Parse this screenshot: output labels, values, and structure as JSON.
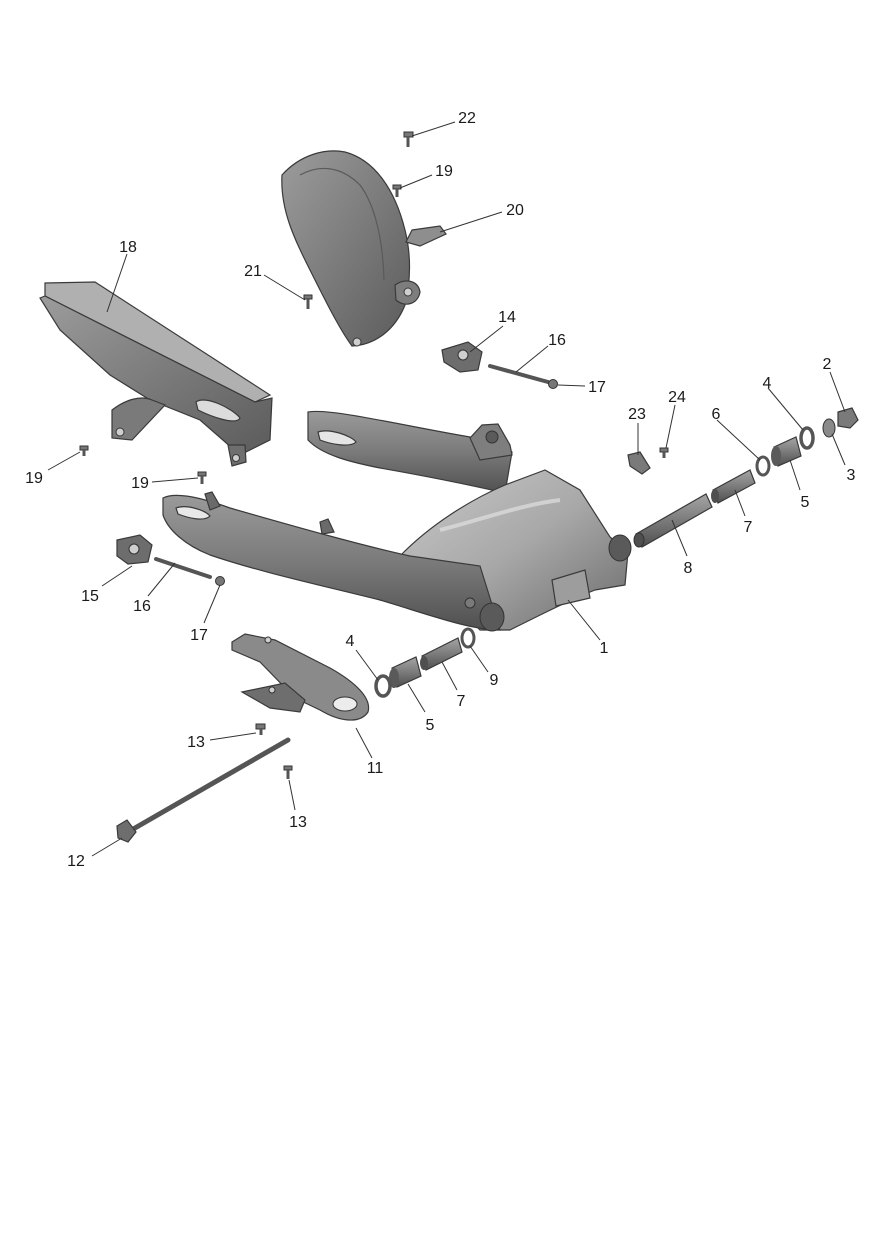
{
  "diagram": {
    "colors": {
      "part_dark": "#6b6b6b",
      "part_mid": "#8a8a8a",
      "part_light": "#b5b5b5",
      "line": "#333333"
    },
    "callouts": {
      "c1": "1",
      "c2": "2",
      "c3": "3",
      "c4a": "4",
      "c4b": "4",
      "c5a": "5",
      "c5b": "5",
      "c6": "6",
      "c7a": "7",
      "c7b": "7",
      "c8": "8",
      "c9": "9",
      "c11": "11",
      "c12": "12",
      "c13a": "13",
      "c13b": "13",
      "c14": "14",
      "c15": "15",
      "c16a": "16",
      "c16b": "16",
      "c17a": "17",
      "c17b": "17",
      "c18": "18",
      "c19a": "19",
      "c19b": "19",
      "c19c": "19",
      "c20": "20",
      "c21": "21",
      "c22": "22",
      "c23": "23",
      "c24": "24"
    }
  }
}
